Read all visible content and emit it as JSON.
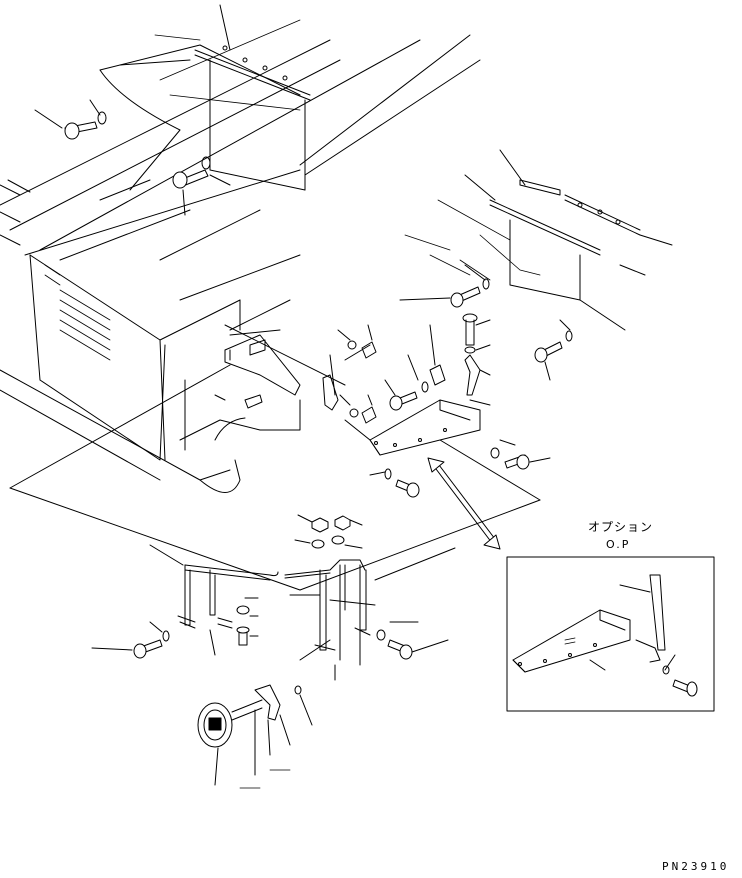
{
  "option_box": {
    "title": "オプション",
    "subtitle": "O.P"
  },
  "drawing_number": "PN23910"
}
